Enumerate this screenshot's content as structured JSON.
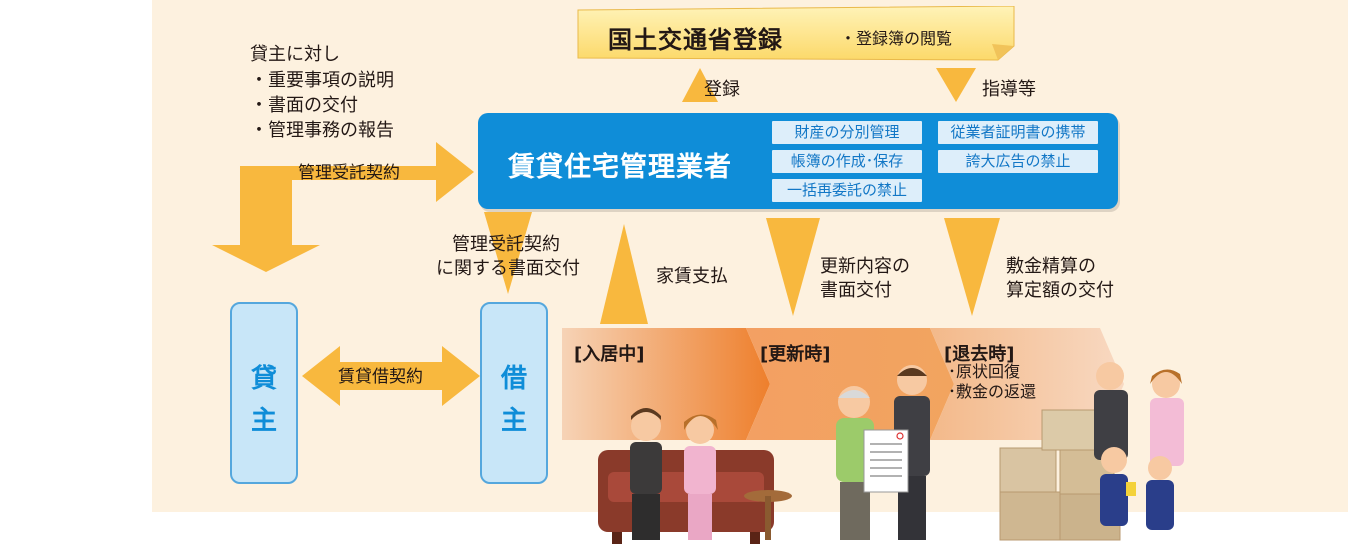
{
  "registration": {
    "title": "国土交通省登録",
    "note": "・登録簿の閲覧"
  },
  "arrows": {
    "register": "登録",
    "guidance": "指導等",
    "management_contract": "管理受託契約",
    "lease_contract": "賃貸借契約",
    "contract_document_line1": "管理受託契約",
    "contract_document_line2": "に関する書面交付",
    "rent_payment": "家賃支払",
    "renewal_line1": "更新内容の",
    "renewal_line2": "書面交付",
    "deposit_line1": "敷金精算の",
    "deposit_line2": "算定額の交付"
  },
  "lessor_duties": {
    "heading": "貸主に対し",
    "items": [
      "・重要事項の説明",
      "・書面の交付",
      "・管理事務の報告"
    ]
  },
  "manager": {
    "title": "賃貸住宅管理業者",
    "duties": [
      "財産の分別管理",
      "従業者証明書の携帯",
      "帳簿の作成･保存",
      "誇大広告の禁止",
      "一括再委託の禁止"
    ]
  },
  "parties": {
    "lessor": [
      "貸",
      "主"
    ],
    "tenant": [
      "借",
      "主"
    ]
  },
  "timeline": {
    "stages": [
      {
        "label": "[入居中]"
      },
      {
        "label": "[更新時]"
      },
      {
        "label": "[退去時]",
        "notes": [
          "･原状回復",
          "･敷金の返還"
        ]
      }
    ]
  },
  "colors": {
    "background": "#fdf1df",
    "manager_blue": "#0f8dd8",
    "duty_bg": "#ddeefa",
    "duty_text": "#1277c6",
    "arrow_orange": "#f8b83e",
    "party_fill": "#c8e6f8",
    "timeline_orange": "#ee7e2a",
    "banner_yellow": "#fde68a"
  }
}
